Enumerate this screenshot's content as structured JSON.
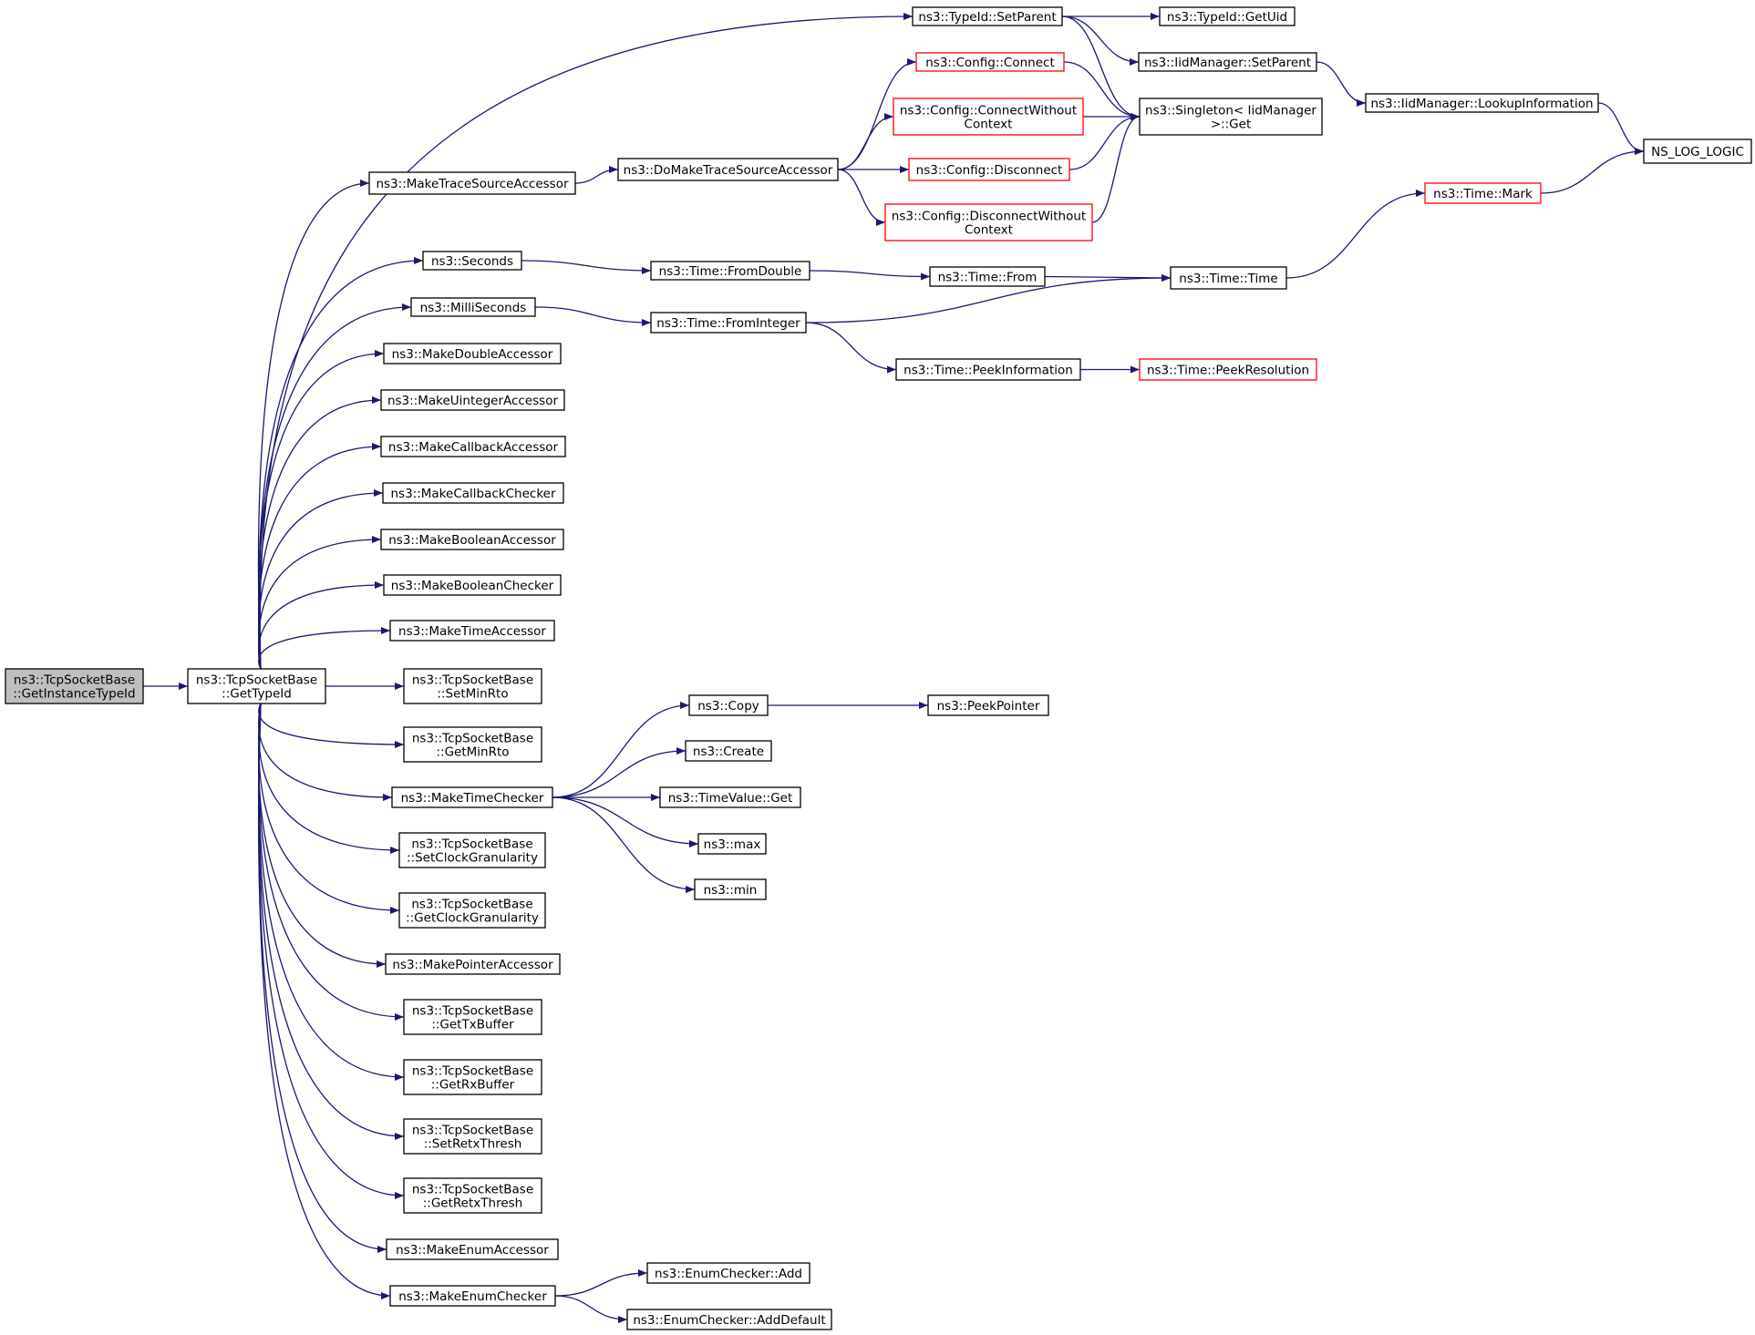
{
  "colors": {
    "edge": "#191970",
    "node_border": "#000000",
    "node_border_truncated": "#ff0000",
    "node_fill": "#ffffff",
    "root_fill": "#bfbfbf"
  },
  "nodes": [
    {
      "id": "root",
      "lines": [
        "ns3::TcpSocketBase",
        "::GetInstanceTypeId"
      ],
      "style": "root"
    },
    {
      "id": "gettypeid",
      "lines": [
        "ns3::TcpSocketBase",
        "::GetTypeId"
      ],
      "style": "normal"
    },
    {
      "id": "setparent",
      "lines": [
        "ns3::TypeId::SetParent"
      ],
      "style": "normal"
    },
    {
      "id": "getuid",
      "lines": [
        "ns3::TypeId::GetUid"
      ],
      "style": "normal"
    },
    {
      "id": "iidsetparent",
      "lines": [
        "ns3::IidManager::SetParent"
      ],
      "style": "normal"
    },
    {
      "id": "lookup",
      "lines": [
        "ns3::IidManager::LookupInformation"
      ],
      "style": "normal"
    },
    {
      "id": "nslog",
      "lines": [
        "NS_LOG_LOGIC"
      ],
      "style": "normal"
    },
    {
      "id": "singleton",
      "lines": [
        "ns3::Singleton< IidManager",
        " >::Get"
      ],
      "style": "normal"
    },
    {
      "id": "cfgconnect",
      "lines": [
        "ns3::Config::Connect"
      ],
      "style": "truncated"
    },
    {
      "id": "cfgconnectwc",
      "lines": [
        "ns3::Config::ConnectWithout",
        "Context"
      ],
      "style": "truncated"
    },
    {
      "id": "cfgdisconnect",
      "lines": [
        "ns3::Config::Disconnect"
      ],
      "style": "truncated"
    },
    {
      "id": "cfgdisconnectwc",
      "lines": [
        "ns3::Config::DisconnectWithout",
        "Context"
      ],
      "style": "truncated"
    },
    {
      "id": "maketrace",
      "lines": [
        "ns3::MakeTraceSourceAccessor"
      ],
      "style": "normal"
    },
    {
      "id": "domaketrace",
      "lines": [
        "ns3::DoMakeTraceSourceAccessor"
      ],
      "style": "normal"
    },
    {
      "id": "seconds",
      "lines": [
        "ns3::Seconds"
      ],
      "style": "normal"
    },
    {
      "id": "fromdouble",
      "lines": [
        "ns3::Time::FromDouble"
      ],
      "style": "normal"
    },
    {
      "id": "timefrom",
      "lines": [
        "ns3::Time::From"
      ],
      "style": "normal"
    },
    {
      "id": "timetime",
      "lines": [
        "ns3::Time::Time"
      ],
      "style": "normal"
    },
    {
      "id": "timemark",
      "lines": [
        "ns3::Time::Mark"
      ],
      "style": "truncated"
    },
    {
      "id": "milliseconds",
      "lines": [
        "ns3::MilliSeconds"
      ],
      "style": "normal"
    },
    {
      "id": "frominteger",
      "lines": [
        "ns3::Time::FromInteger"
      ],
      "style": "normal"
    },
    {
      "id": "peekinfo",
      "lines": [
        "ns3::Time::PeekInformation"
      ],
      "style": "normal"
    },
    {
      "id": "peekres",
      "lines": [
        "ns3::Time::PeekResolution"
      ],
      "style": "truncated"
    },
    {
      "id": "makedouble",
      "lines": [
        "ns3::MakeDoubleAccessor"
      ],
      "style": "normal"
    },
    {
      "id": "makeuinteger",
      "lines": [
        "ns3::MakeUintegerAccessor"
      ],
      "style": "normal"
    },
    {
      "id": "makecallbackacc",
      "lines": [
        "ns3::MakeCallbackAccessor"
      ],
      "style": "normal"
    },
    {
      "id": "makecallbackchk",
      "lines": [
        "ns3::MakeCallbackChecker"
      ],
      "style": "normal"
    },
    {
      "id": "makeboolacc",
      "lines": [
        "ns3::MakeBooleanAccessor"
      ],
      "style": "normal"
    },
    {
      "id": "makeboolchk",
      "lines": [
        "ns3::MakeBooleanChecker"
      ],
      "style": "normal"
    },
    {
      "id": "maketimeacc",
      "lines": [
        "ns3::MakeTimeAccessor"
      ],
      "style": "normal"
    },
    {
      "id": "setminrto",
      "lines": [
        "ns3::TcpSocketBase",
        "::SetMinRto"
      ],
      "style": "normal"
    },
    {
      "id": "getminrto",
      "lines": [
        "ns3::TcpSocketBase",
        "::GetMinRto"
      ],
      "style": "normal"
    },
    {
      "id": "maketimechk",
      "lines": [
        "ns3::MakeTimeChecker"
      ],
      "style": "normal"
    },
    {
      "id": "copy",
      "lines": [
        "ns3::Copy"
      ],
      "style": "normal"
    },
    {
      "id": "peekpointer",
      "lines": [
        "ns3::PeekPointer"
      ],
      "style": "normal"
    },
    {
      "id": "create",
      "lines": [
        "ns3::Create"
      ],
      "style": "normal"
    },
    {
      "id": "timevalueget",
      "lines": [
        "ns3::TimeValue::Get"
      ],
      "style": "normal"
    },
    {
      "id": "max",
      "lines": [
        "ns3::max"
      ],
      "style": "normal"
    },
    {
      "id": "min",
      "lines": [
        "ns3::min"
      ],
      "style": "normal"
    },
    {
      "id": "setclock",
      "lines": [
        "ns3::TcpSocketBase",
        "::SetClockGranularity"
      ],
      "style": "normal"
    },
    {
      "id": "getclock",
      "lines": [
        "ns3::TcpSocketBase",
        "::GetClockGranularity"
      ],
      "style": "normal"
    },
    {
      "id": "makepointer",
      "lines": [
        "ns3::MakePointerAccessor"
      ],
      "style": "normal"
    },
    {
      "id": "gettxbuf",
      "lines": [
        "ns3::TcpSocketBase",
        "::GetTxBuffer"
      ],
      "style": "normal"
    },
    {
      "id": "getrxbuf",
      "lines": [
        "ns3::TcpSocketBase",
        "::GetRxBuffer"
      ],
      "style": "normal"
    },
    {
      "id": "setretx",
      "lines": [
        "ns3::TcpSocketBase",
        "::SetRetxThresh"
      ],
      "style": "normal"
    },
    {
      "id": "getretx",
      "lines": [
        "ns3::TcpSocketBase",
        "::GetRetxThresh"
      ],
      "style": "normal"
    },
    {
      "id": "makeenumacc",
      "lines": [
        "ns3::MakeEnumAccessor"
      ],
      "style": "normal"
    },
    {
      "id": "makeenumchk",
      "lines": [
        "ns3::MakeEnumChecker"
      ],
      "style": "normal"
    },
    {
      "id": "enumadd",
      "lines": [
        "ns3::EnumChecker::Add"
      ],
      "style": "normal"
    },
    {
      "id": "enumadddefault",
      "lines": [
        "ns3::EnumChecker::AddDefault"
      ],
      "style": "normal"
    }
  ],
  "edges": [
    [
      "root",
      "gettypeid"
    ],
    [
      "gettypeid",
      "setparent"
    ],
    [
      "gettypeid",
      "maketrace"
    ],
    [
      "gettypeid",
      "seconds"
    ],
    [
      "gettypeid",
      "milliseconds"
    ],
    [
      "gettypeid",
      "makedouble"
    ],
    [
      "gettypeid",
      "makeuinteger"
    ],
    [
      "gettypeid",
      "makecallbackacc"
    ],
    [
      "gettypeid",
      "makecallbackchk"
    ],
    [
      "gettypeid",
      "makeboolacc"
    ],
    [
      "gettypeid",
      "makeboolchk"
    ],
    [
      "gettypeid",
      "maketimeacc"
    ],
    [
      "gettypeid",
      "setminrto"
    ],
    [
      "gettypeid",
      "getminrto"
    ],
    [
      "gettypeid",
      "maketimechk"
    ],
    [
      "gettypeid",
      "setclock"
    ],
    [
      "gettypeid",
      "getclock"
    ],
    [
      "gettypeid",
      "makepointer"
    ],
    [
      "gettypeid",
      "gettxbuf"
    ],
    [
      "gettypeid",
      "getrxbuf"
    ],
    [
      "gettypeid",
      "setretx"
    ],
    [
      "gettypeid",
      "getretx"
    ],
    [
      "gettypeid",
      "makeenumacc"
    ],
    [
      "gettypeid",
      "makeenumchk"
    ],
    [
      "setparent",
      "getuid"
    ],
    [
      "setparent",
      "iidsetparent"
    ],
    [
      "setparent",
      "singleton"
    ],
    [
      "iidsetparent",
      "lookup"
    ],
    [
      "lookup",
      "nslog"
    ],
    [
      "maketrace",
      "domaketrace"
    ],
    [
      "domaketrace",
      "cfgconnect"
    ],
    [
      "domaketrace",
      "cfgconnectwc"
    ],
    [
      "domaketrace",
      "cfgdisconnect"
    ],
    [
      "domaketrace",
      "cfgdisconnectwc"
    ],
    [
      "cfgconnect",
      "singleton"
    ],
    [
      "cfgconnectwc",
      "singleton"
    ],
    [
      "cfgdisconnect",
      "singleton"
    ],
    [
      "cfgdisconnectwc",
      "singleton"
    ],
    [
      "seconds",
      "fromdouble"
    ],
    [
      "fromdouble",
      "timefrom"
    ],
    [
      "timefrom",
      "timetime"
    ],
    [
      "timetime",
      "timemark"
    ],
    [
      "timemark",
      "nslog"
    ],
    [
      "milliseconds",
      "frominteger"
    ],
    [
      "frominteger",
      "timetime"
    ],
    [
      "frominteger",
      "peekinfo"
    ],
    [
      "peekinfo",
      "peekres"
    ],
    [
      "maketimechk",
      "copy"
    ],
    [
      "maketimechk",
      "create"
    ],
    [
      "maketimechk",
      "timevalueget"
    ],
    [
      "maketimechk",
      "max"
    ],
    [
      "maketimechk",
      "min"
    ],
    [
      "copy",
      "peekpointer"
    ],
    [
      "makeenumchk",
      "enumadd"
    ],
    [
      "makeenumchk",
      "enumadddefault"
    ]
  ]
}
